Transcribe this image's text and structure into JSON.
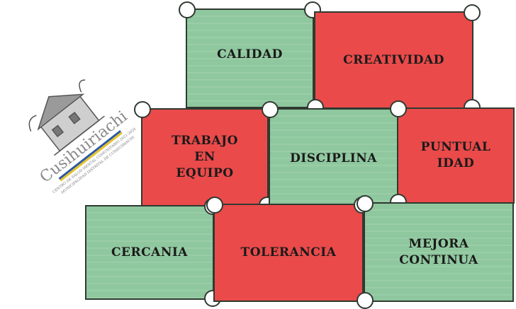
{
  "logo": {
    "name": "Cusihuiriachi",
    "tagline1": "CENTRO DE SALUD MENTAL COMUNITARIO 2021-2024",
    "tagline2": "MUNICIPALIDAD DISTRITAL DE CUSIHUIRIACHI"
  },
  "values": [
    {
      "id": "calidad",
      "label": "CALIDAD",
      "color": "green"
    },
    {
      "id": "creatividad",
      "label": "CREATIVIDAD",
      "color": "red"
    },
    {
      "id": "trabajo-en-equipo",
      "label": "TRABAJO\nEN\nEQUIPO",
      "color": "red"
    },
    {
      "id": "disciplina",
      "label": "DISCIPLINA",
      "color": "green"
    },
    {
      "id": "puntualidad",
      "label": "PUNTUAL\nIDAD",
      "color": "red"
    },
    {
      "id": "cercania",
      "label": "CERCANIA",
      "color": "green"
    },
    {
      "id": "tolerancia",
      "label": "TOLERANCIA",
      "color": "red"
    },
    {
      "id": "mejora-continua",
      "label": "MEJORA\nCONTINUA",
      "color": "green"
    }
  ],
  "colors": {
    "green": "#8fc79f",
    "red": "#ea4a4a",
    "outline": "#2f3a31"
  }
}
